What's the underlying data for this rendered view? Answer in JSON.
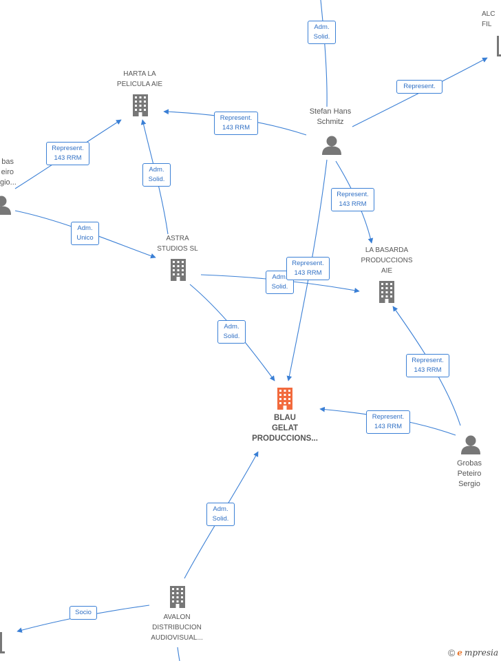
{
  "nodes": {
    "harta": {
      "label": "HARTA LA\nPELICULA AIE",
      "type": "company"
    },
    "alc": {
      "label": "ALC\nFIL",
      "type": "company"
    },
    "stefan": {
      "label": "Stefan Hans\nSchmitz",
      "type": "person"
    },
    "grobas_left": {
      "label": "bas\neiro\ngio...",
      "type": "person"
    },
    "astra": {
      "label": "ASTRA\nSTUDIOS SL",
      "type": "company"
    },
    "basarda": {
      "label": "LA BASARDA\nPRODUCCIONS\nAIE",
      "type": "company"
    },
    "blau": {
      "label": "BLAU\nGELAT\nPRODUCCIONS...",
      "type": "company_main"
    },
    "grobas": {
      "label": "Grobas\nPeteiro\nSergio",
      "type": "person"
    },
    "avalon": {
      "label": "AVALON\nDISTRIBUCION\nAUDIOVISUAL...",
      "type": "company"
    },
    "bottom_left": {
      "label": "",
      "type": "company"
    }
  },
  "edges": [
    {
      "id": "e1",
      "label": "Adm.\nSolid."
    },
    {
      "id": "e2",
      "label": "Represent."
    },
    {
      "id": "e3",
      "label": "Represent.\n143 RRM"
    },
    {
      "id": "e4",
      "label": "Represent.\n143 RRM"
    },
    {
      "id": "e5",
      "label": "Adm.\nSolid."
    },
    {
      "id": "e6",
      "label": "Adm.\nUnico"
    },
    {
      "id": "e7",
      "label": "Represent.\n143 RRM"
    },
    {
      "id": "e8",
      "label": "Represent.\n143 RRM"
    },
    {
      "id": "e9",
      "label": "Adm.\nSolid."
    },
    {
      "id": "e10",
      "label": "Adm.\nSolid."
    },
    {
      "id": "e11",
      "label": "Represent.\n143 RRM"
    },
    {
      "id": "e12",
      "label": "Represent.\n143 RRM"
    },
    {
      "id": "e13",
      "label": "Adm.\nSolid."
    },
    {
      "id": "e14",
      "label": "Socio"
    }
  ],
  "colors": {
    "edge": "#3a7fd5",
    "node_gray": "#777777",
    "node_main": "#f26a3d"
  },
  "icons": {
    "company": "building-icon",
    "person": "person-icon"
  },
  "branding": {
    "copyright": "©",
    "e": "e",
    "rest": "mpresia"
  }
}
